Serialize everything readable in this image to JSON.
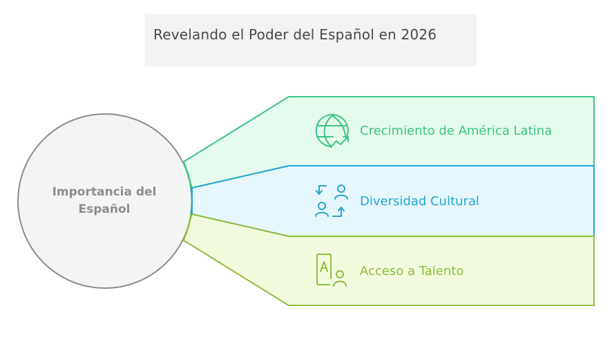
{
  "title": "Revelando el Poder del Español en 2026",
  "center": {
    "line1": "Importancia del",
    "line2": "Español"
  },
  "items": [
    {
      "label": "Crecimiento de América Latina",
      "icon": "globe-growth-icon",
      "color": "#3ec486",
      "fill": "#e4fbee"
    },
    {
      "label": "Diversidad Cultural",
      "icon": "people-exchange-icon",
      "color": "#26a6cf",
      "fill": "#e6f8fd"
    },
    {
      "label": "Acceso a Talento",
      "icon": "talent-access-icon",
      "color": "#8fbd3b",
      "fill": "#f3fbdf"
    }
  ],
  "colors": {
    "circle_fill": "#f4f4f4",
    "circle_stroke": "#8b8b8b",
    "title_bg": "#f3f3f3",
    "title_text": "#484848"
  }
}
